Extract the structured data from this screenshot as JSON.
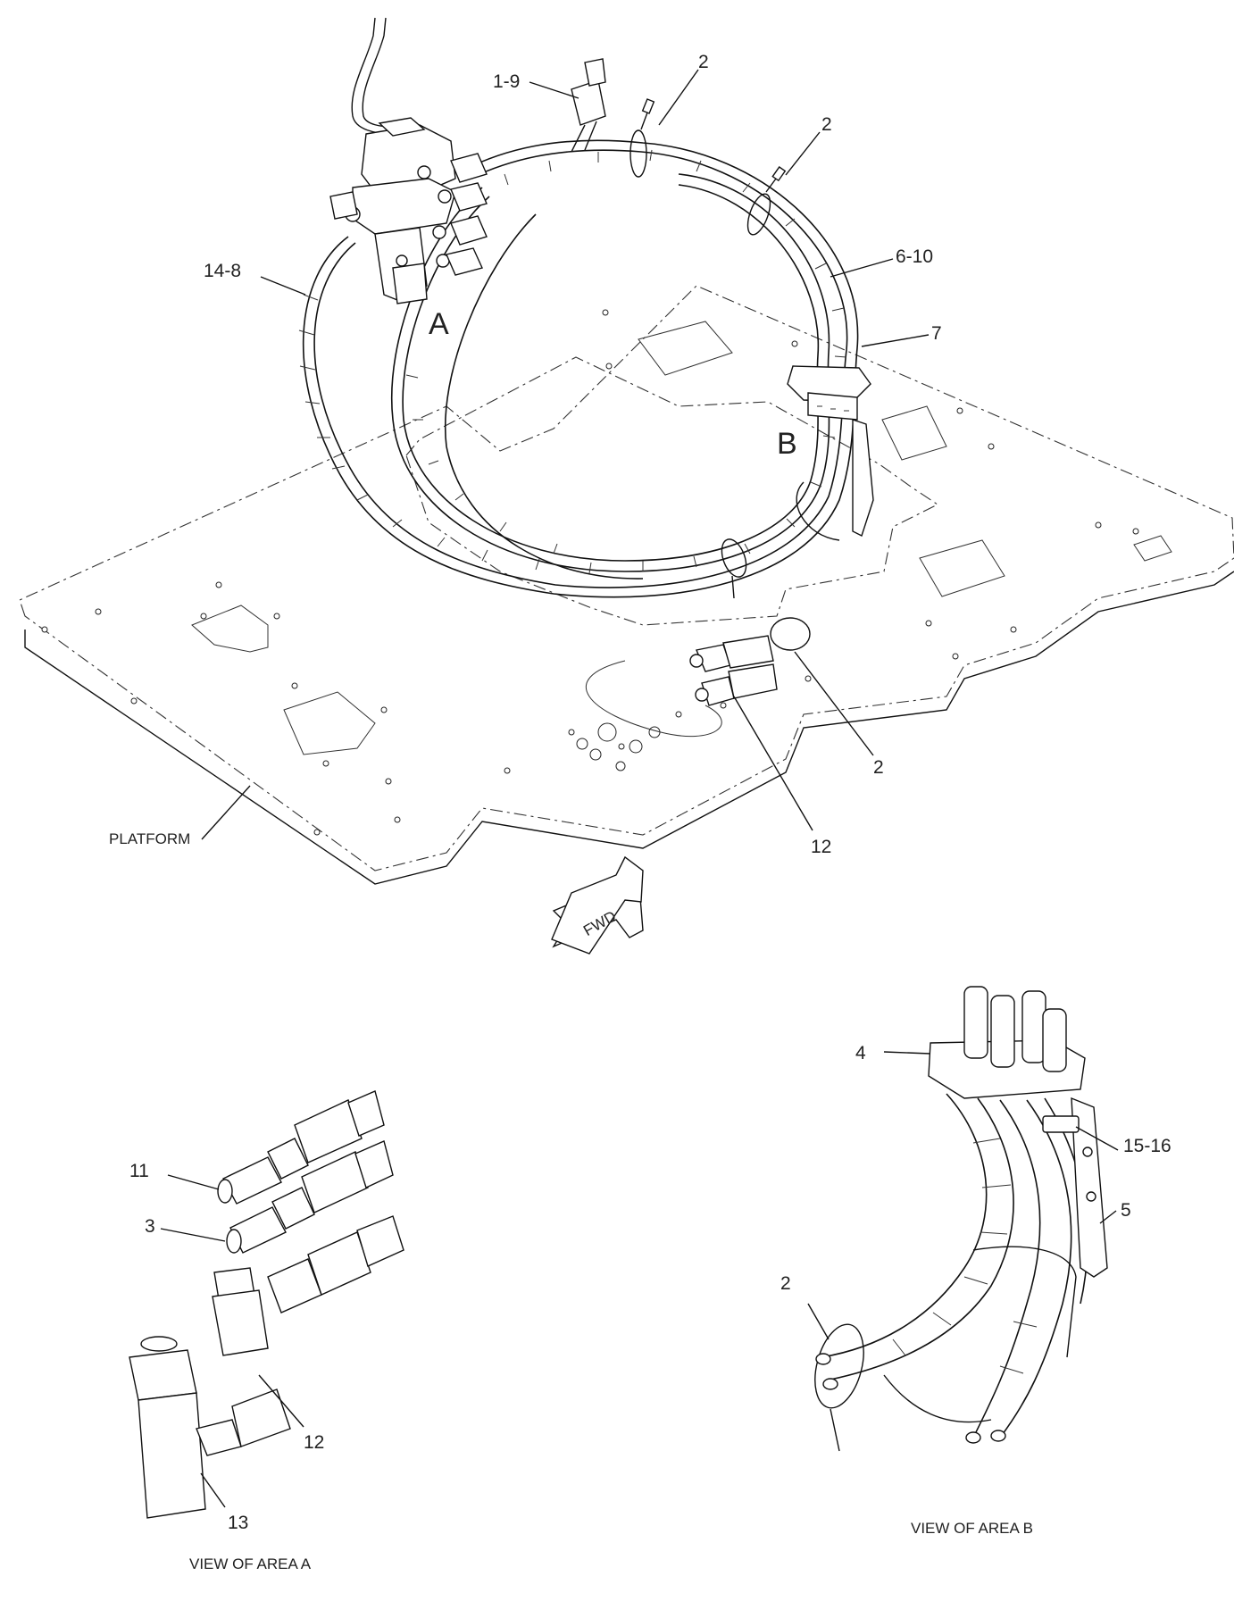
{
  "callouts": {
    "c_1_9": "1-9",
    "c_2_a": "2",
    "c_2_b": "2",
    "c_6_10": "6-10",
    "c_7": "7",
    "c_14_8": "14-8",
    "c_2_c": "2",
    "c_12_a": "12",
    "c_4": "4",
    "c_15_16": "15-16",
    "c_5": "5",
    "c_2_d": "2",
    "c_11": "11",
    "c_3": "3",
    "c_12_b": "12",
    "c_13": "13"
  },
  "area_markers": {
    "a": "A",
    "b": "B"
  },
  "platform_label": "PLATFORM",
  "fwd_label": "FWD",
  "captions": {
    "view_a": "VIEW OF AREA A",
    "view_b": "VIEW OF AREA B"
  }
}
